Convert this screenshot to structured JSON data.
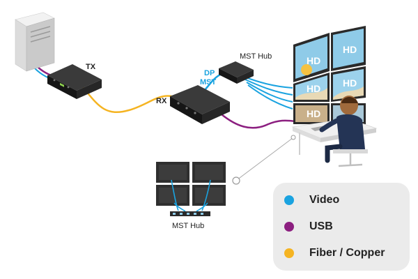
{
  "labels": {
    "tx": "TX",
    "rx": "RX",
    "mst_hub_top": "MST Hub",
    "dp": "DP",
    "mst": "MST",
    "mst_hub_bottom": "MST Hub",
    "hd": "HD"
  },
  "legend": {
    "items": [
      {
        "label": "Video",
        "color": "#1aa3e0"
      },
      {
        "label": "USB",
        "color": "#8c1f80"
      },
      {
        "label": "Fiber / Copper",
        "color": "#f5b422"
      }
    ]
  },
  "colors": {
    "video": "#1aa3e0",
    "usb": "#8c1f80",
    "fiber": "#f5b422",
    "device": "#222222",
    "accent_label": "#1aa3e0"
  }
}
